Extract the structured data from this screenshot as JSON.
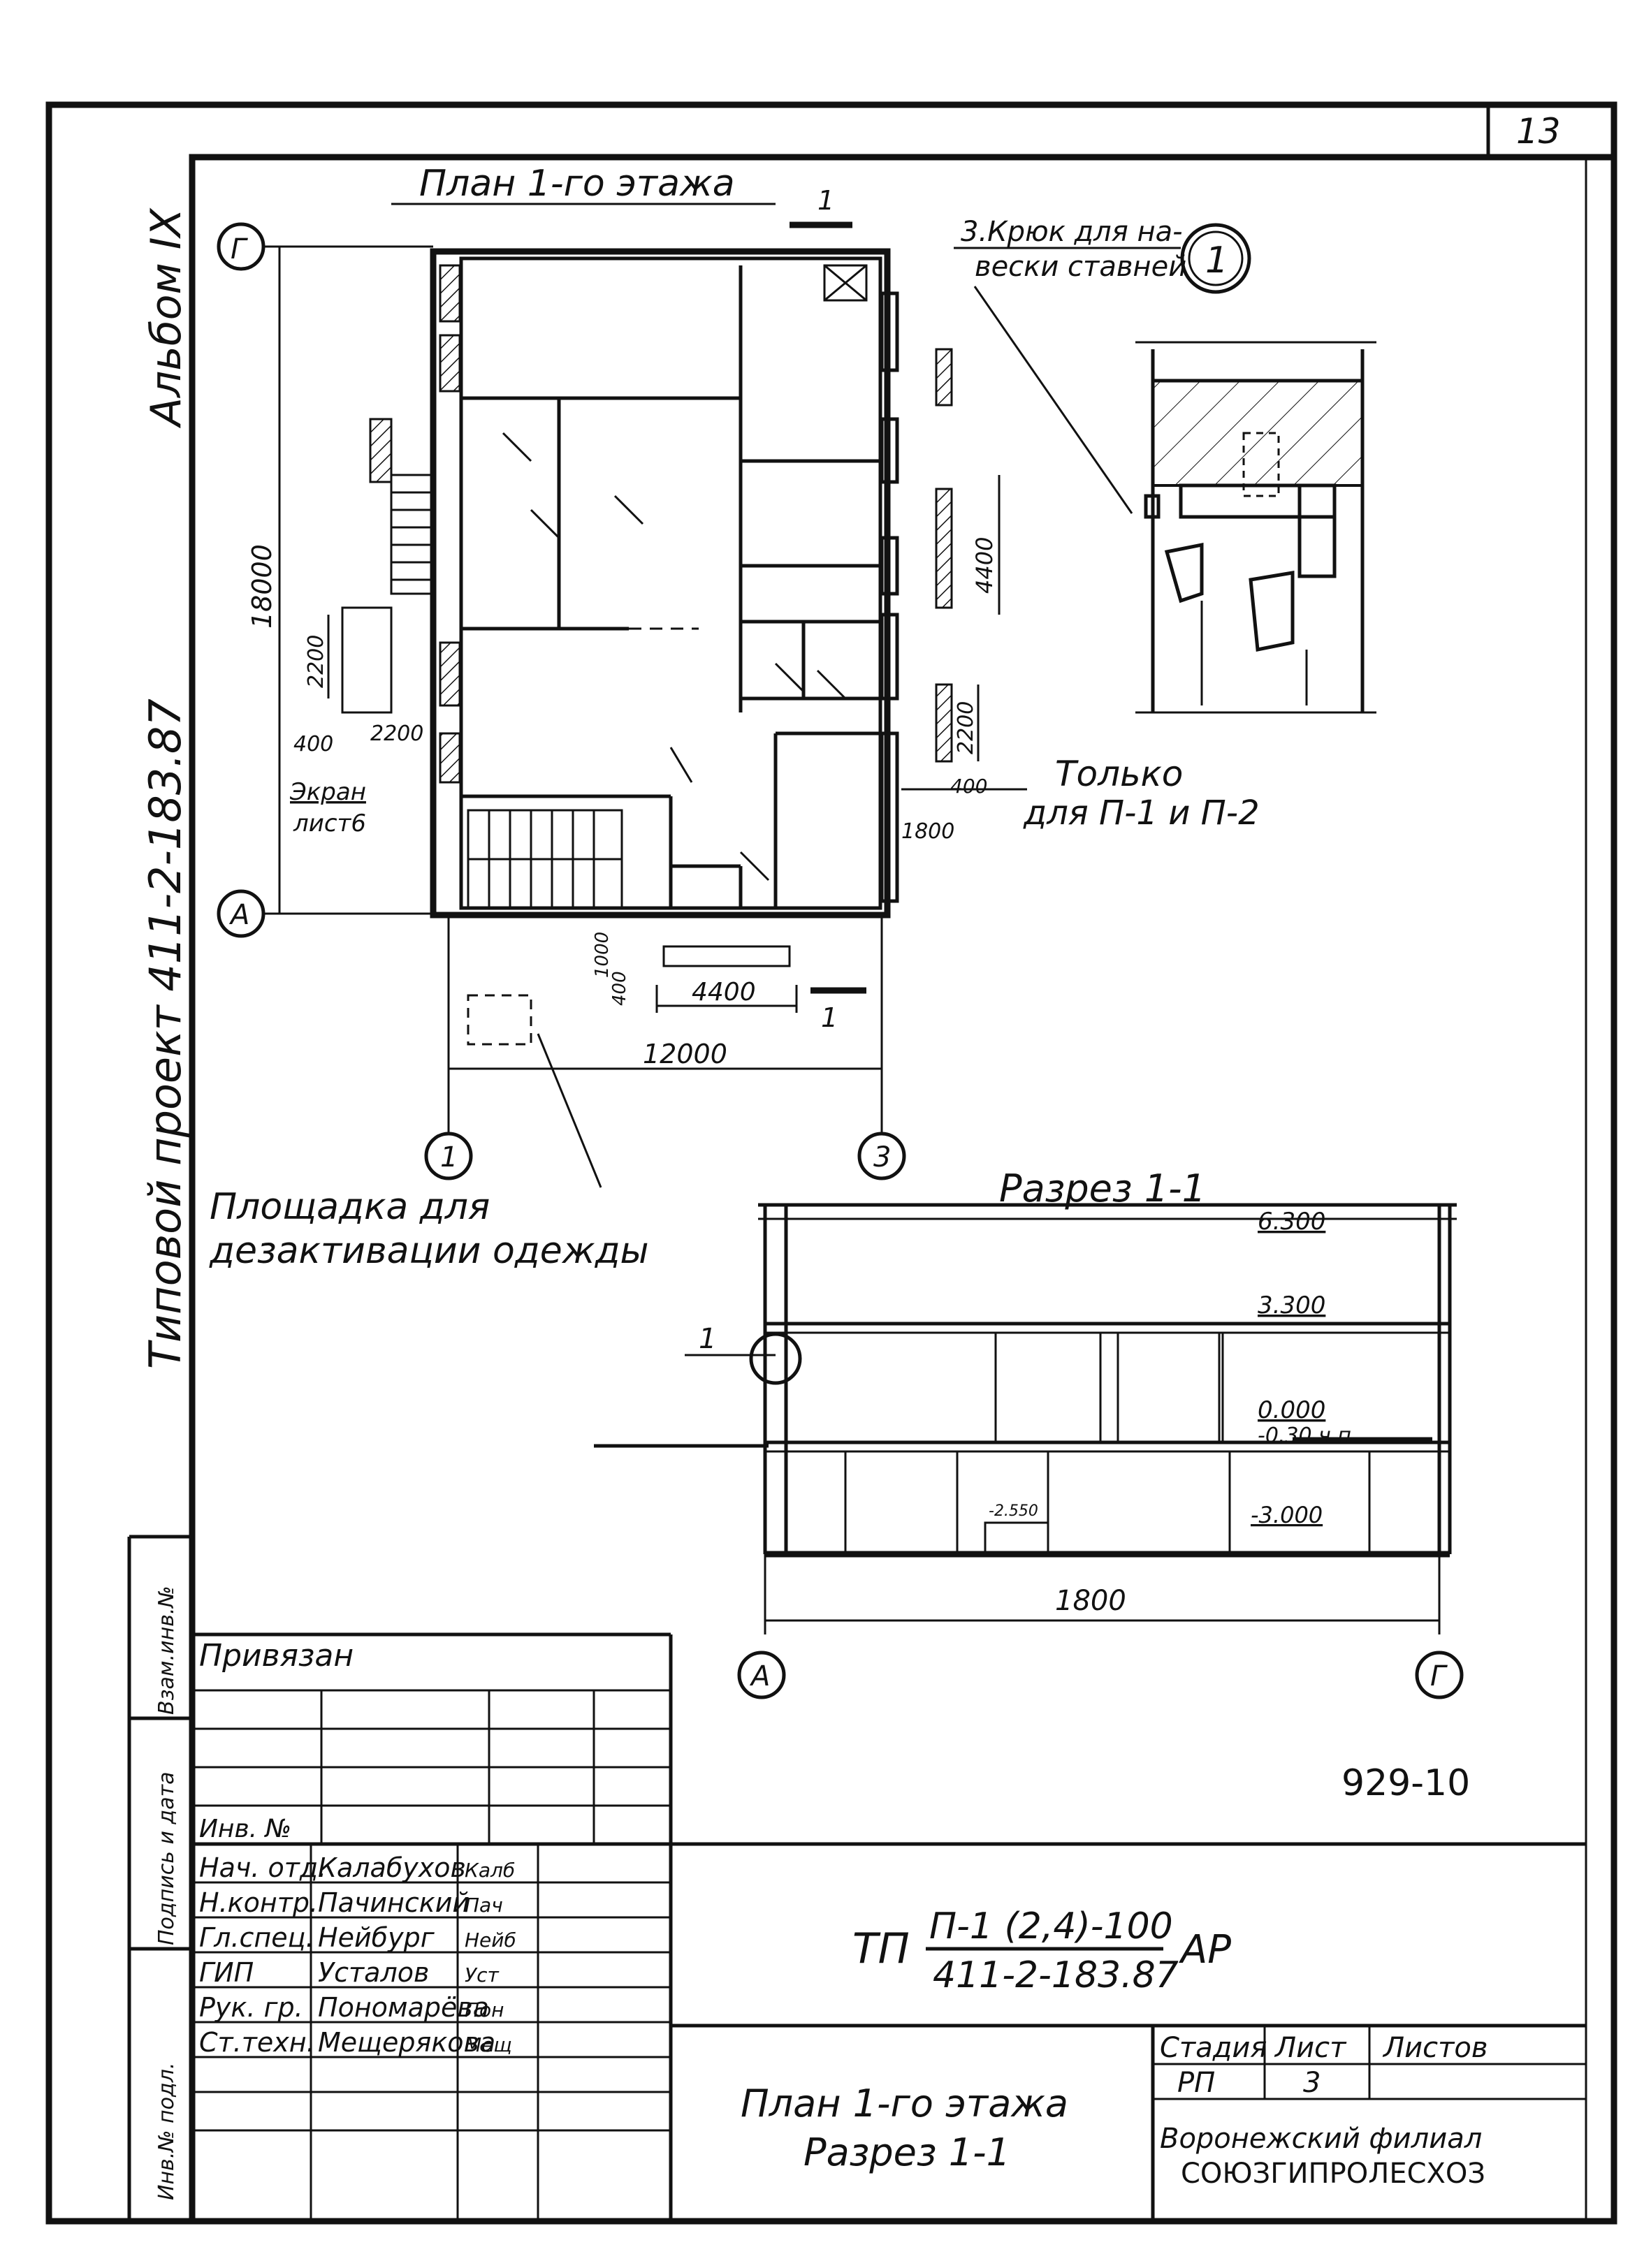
{
  "sheet": {
    "number": "13",
    "album": "Альбом IX",
    "project": "Типовой проект 411-2-183.87",
    "code": "929-10"
  },
  "plan": {
    "title": "План 1-го этажа",
    "axes": {
      "G": "Г",
      "A": "А",
      "one": "1",
      "three": "3"
    },
    "dims": {
      "total_h": "18000",
      "d2200a": "2200",
      "d400": "400",
      "d2200b": "2200",
      "d4400": "4400",
      "d2200c": "2200",
      "d400b": "400",
      "d1800": "1800",
      "d1000": "1000",
      "d400c": "400",
      "d4400b": "4400",
      "d12000": "12000"
    },
    "section_mark": "1",
    "notes": {
      "screen_l1": "Экран",
      "screen_l2": "лист6",
      "platform_l1": "Площадка для",
      "platform_l2": "дезактивации одежды",
      "only_l1": "Только",
      "only_l2": "для П-1 и П-2"
    }
  },
  "detail": {
    "callout_l1": "3.Крюк для на-",
    "callout_l2": "вески ставней",
    "number": "1"
  },
  "section": {
    "title": "Разрез 1-1",
    "elev": {
      "e6300": "6.300",
      "e3300": "3.300",
      "e0000": "0.000",
      "eground": "-0.30 ч п",
      "em3000": "-3.000",
      "e2550": "-2.550"
    },
    "mark": "1",
    "dim": "1800",
    "axes": {
      "A": "А",
      "G": "Г"
    }
  },
  "stamp": {
    "bound": "Привязан",
    "inv": "Инв. №",
    "side": {
      "s1": "Взам.инв.№",
      "s2": "Подпись и дата",
      "s3": "Инв.№ подл."
    },
    "roles": [
      {
        "role": "Нач. отд.",
        "name": "Калабухов",
        "sign": "Калб"
      },
      {
        "role": "Н.контр.",
        "name": "Пачинский",
        "sign": "Пач"
      },
      {
        "role": "Гл.спец.",
        "name": "Нейбург",
        "sign": "Нейб"
      },
      {
        "role": "ГИП",
        "name": "Усталов",
        "sign": "Уст"
      },
      {
        "role": "Рук. гр.",
        "name": "Пономарёва",
        "sign": "Пон"
      },
      {
        "role": "Ст.техн.",
        "name": "Мещерякова",
        "sign": "Мещ"
      }
    ],
    "tp": "ТП",
    "tp_num": "П-1 (2,4)-100",
    "tp_den": "411-2-183.87",
    "tp_suf": "АР",
    "sheet_title_1": "План 1-го этажа",
    "sheet_title_2": "Разрез 1-1",
    "h_stage": "Стадия",
    "h_sheet": "Лист",
    "h_sheets": "Листов",
    "v_stage": "РП",
    "v_sheet": "3",
    "v_sheets": "",
    "org_1": "Воронежский филиал",
    "org_2": "СОЮЗГИПРОЛЕСХОЗ"
  }
}
